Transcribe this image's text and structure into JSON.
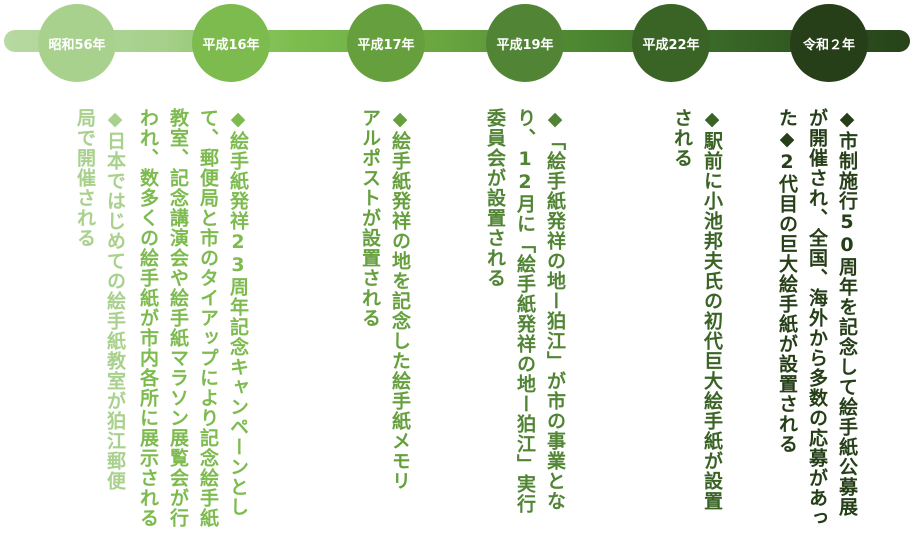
{
  "events": [
    {
      "era": "昭和56年",
      "text": "◆日本ではじめての絵手紙教室が狛江郵便局で開催される",
      "color": "#a9d18e"
    },
    {
      "era": "平成16年",
      "text": "◆絵手紙発祥23周年記念キャンペーンとして、郵便局と市のタイアップにより記念絵手紙教室、記念講演会や絵手紙マラソン展覧会が行われ、数多くの絵手紙が市内各所に展示される",
      "color": "#7dbb4f"
    },
    {
      "era": "平成17年",
      "text": "◆絵手紙発祥の地を記念した絵手紙メモリアルポストが設置される",
      "color": "#66a03e"
    },
    {
      "era": "平成19年",
      "text": "◆「絵手紙発祥の地ー狛江」が市の事業となり、12月に「絵手紙発祥の地ー狛江」実行委員会が設置される",
      "color": "#518535"
    },
    {
      "era": "平成22年",
      "text": "◆駅前に小池邦夫氏の初代巨大絵手紙が設置される",
      "color": "#3a6326"
    },
    {
      "era": "令和２年",
      "text": "◆市制施行50周年を記念して絵手紙公募展が開催され、全国、海外から多数の応募があった◆2代目の巨大絵手紙が設置される",
      "color": "#263f18"
    }
  ]
}
